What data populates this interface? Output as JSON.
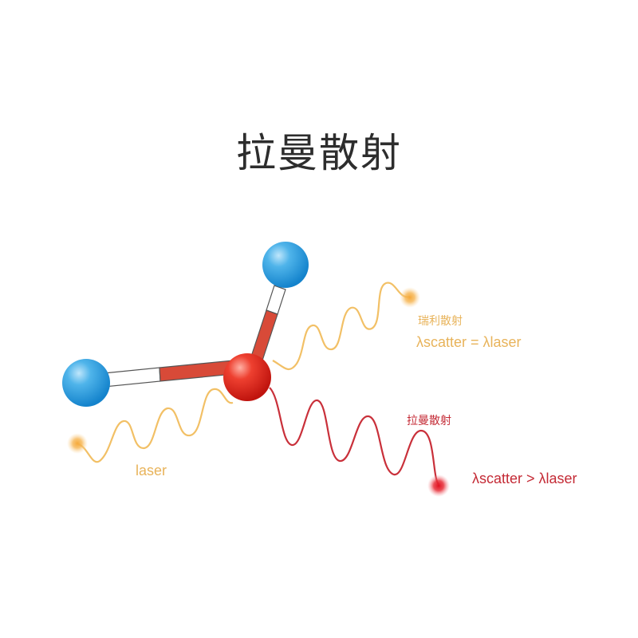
{
  "title": "拉曼散射",
  "labels": {
    "rayleigh_title": "瑞利散射",
    "rayleigh_formula": "λscatter = λlaser",
    "raman_title": "拉曼散射",
    "raman_formula": "λscatter > λlaser",
    "laser": "laser"
  },
  "colors": {
    "laser_wave": "#f2c066",
    "laser_text": "#e8b35a",
    "raman_wave": "#c9303a",
    "raman_text": "#c42a35",
    "atom_blue": "#2a9de0",
    "atom_red": "#e2241e",
    "bond_red": "#d84a38",
    "bond_white": "#ffffff"
  },
  "icons": {
    "laser_source": "orange-photon-dot",
    "rayleigh_end": "orange-photon-dot",
    "raman_end": "red-photon-dot",
    "molecule": "three-atom-molecule"
  }
}
